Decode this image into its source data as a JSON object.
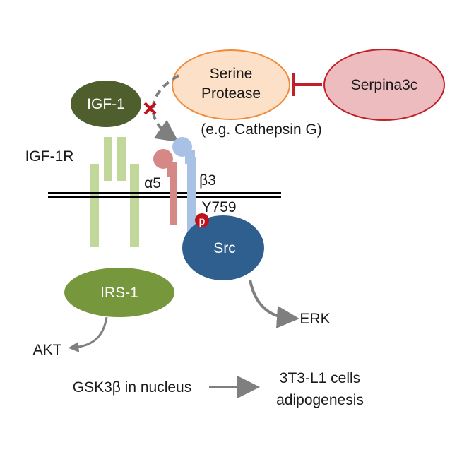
{
  "nodes": {
    "igf1": "IGF-1",
    "igf1r": "IGF-1R",
    "serine_protease_line1": "Serine",
    "serine_protease_line2": "Protease",
    "serine_protease_example": "(e.g. Cathepsin G)",
    "serpina3c": "Serpina3c",
    "alpha5": "α5",
    "beta3": "β3",
    "y759": "Y759",
    "phospho": "p",
    "src": "Src",
    "irs1": "IRS-1",
    "akt": "AKT",
    "erk": "ERK",
    "gsk3b": "GSK3β in nucleus",
    "outcome_line1": "3T3-L1 cells",
    "outcome_line2": "adipogenesis"
  },
  "colors": {
    "igf1_fill": "#4e5e2c",
    "serine_fill": "#fde0c8",
    "serine_stroke": "#ee8c3c",
    "serpina_fill": "#edbcbf",
    "serpina_stroke": "#c0202a",
    "inhibit": "#c0202a",
    "receptor": "#c2d89a",
    "alpha5": "#d68886",
    "beta3": "#a9c1e4",
    "src_fill": "#2f5f8e",
    "irs1_fill": "#77973d",
    "phospho_fill": "#c0101a",
    "arrow": "#7f7f7f",
    "membrane": "#000000"
  }
}
